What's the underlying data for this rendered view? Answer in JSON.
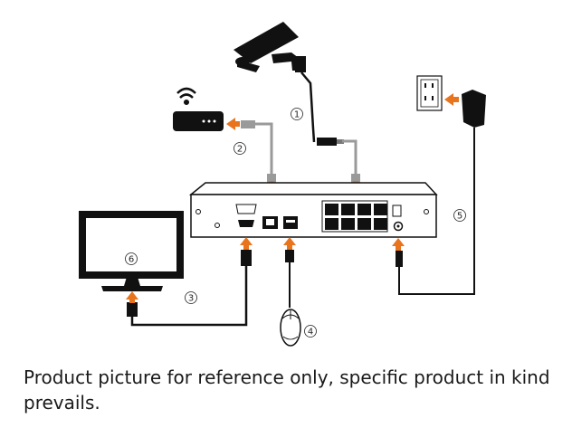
{
  "labels": {
    "camera": "1",
    "router": "2",
    "monitor_cable": "3",
    "mouse": "4",
    "power": "5",
    "monitor": "6"
  },
  "caption": "Product picture for reference only, specific product in kind prevails.",
  "colors": {
    "arrow": "#e8741e",
    "line": "#111111",
    "cable_gray": "#9a9a9a",
    "device_fill": "#ffffff"
  }
}
